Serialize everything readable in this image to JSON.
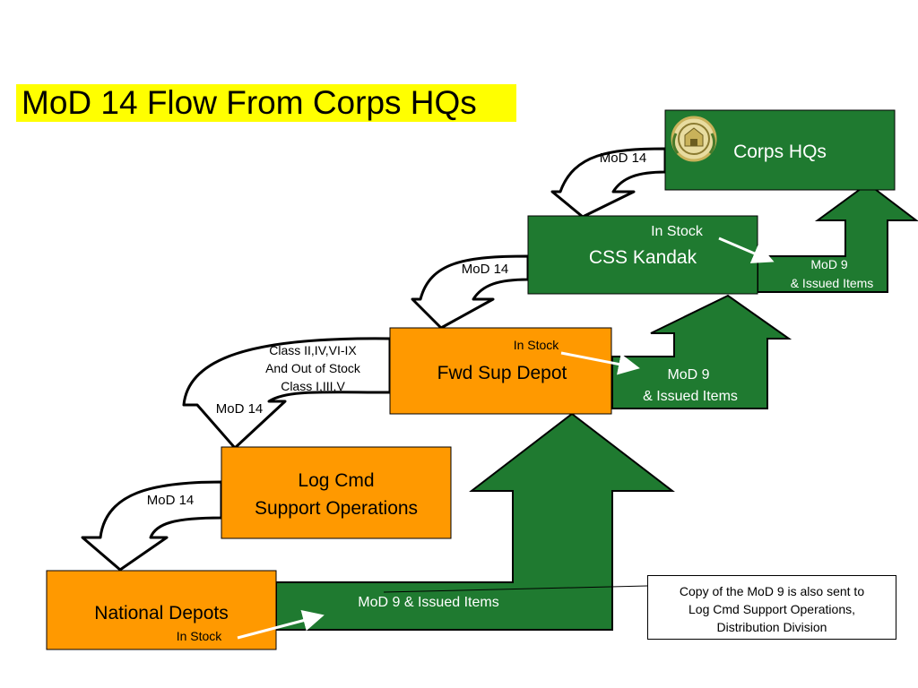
{
  "title": "MoD 14 Flow From Corps HQs",
  "boxes": {
    "corps_hqs": "Corps HQs",
    "css_kandak": "CSS Kandak",
    "fwd_sup_depot": "Fwd Sup Depot",
    "log_cmd_line1": "Log Cmd",
    "log_cmd_line2": "Support Operations",
    "national_depots": "National Depots"
  },
  "flow_labels": {
    "mod14_corps": "MoD 14",
    "mod14_kandak": "MoD 14",
    "mod14_fwd": "MoD 14",
    "mod14_logcmd": "MoD 14",
    "class_line1": "Class II,IV,VI-IX",
    "class_line2": "And Out of Stock",
    "class_line3": "Class I,III,V",
    "mod9_top_line1": "MoD 9",
    "mod9_top_line2": "& Issued Items",
    "mod9_mid_line1": "MoD 9",
    "mod9_mid_line2": "& Issued Items",
    "mod9_bottom": "MoD 9 & Issued Items"
  },
  "in_stock": {
    "kandak": "In Stock",
    "fwd": "In Stock",
    "national": "In Stock"
  },
  "note": {
    "line1": "Copy of the MoD 9 is also sent to",
    "line2": "Log Cmd Support Operations,",
    "line3": "Distribution Division"
  },
  "colors": {
    "green": "#1f7a30",
    "orange": "#ff9900",
    "highlight": "#ffff00",
    "emblem_gold": "#c9b25a"
  },
  "icons": [
    "national-emblem-icon"
  ]
}
